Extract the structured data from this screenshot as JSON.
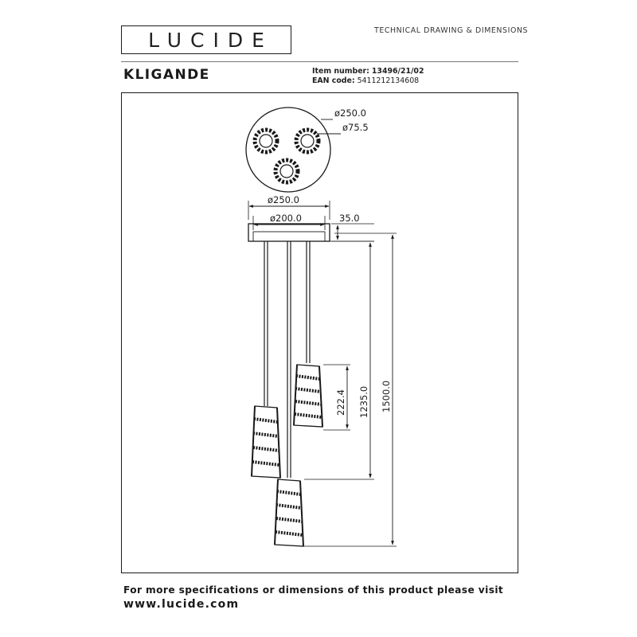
{
  "header": {
    "logo_text": "LUCIDE",
    "document_type": "TECHNICAL DRAWING & DIMENSIONS"
  },
  "product": {
    "name": "KLIGANDE",
    "item_number_label": "Item number:",
    "item_number": "13496/21/02",
    "ean_label": "EAN code:",
    "ean": "5411212134608"
  },
  "drawing": {
    "top_view": {
      "canopy_diameter": "ø250.0",
      "spot_diameter": "ø75.5"
    },
    "side_view": {
      "canopy_diameter": "ø250.0",
      "base_diameter": "ø200.0",
      "canopy_height": "35.0",
      "shade_height": "222.4",
      "short_drop": "1235.0",
      "total_height": "1500.0"
    }
  },
  "footer": {
    "specs_text": "For more specifications or dimensions of this product please visit",
    "website": "www.lucide.com"
  }
}
